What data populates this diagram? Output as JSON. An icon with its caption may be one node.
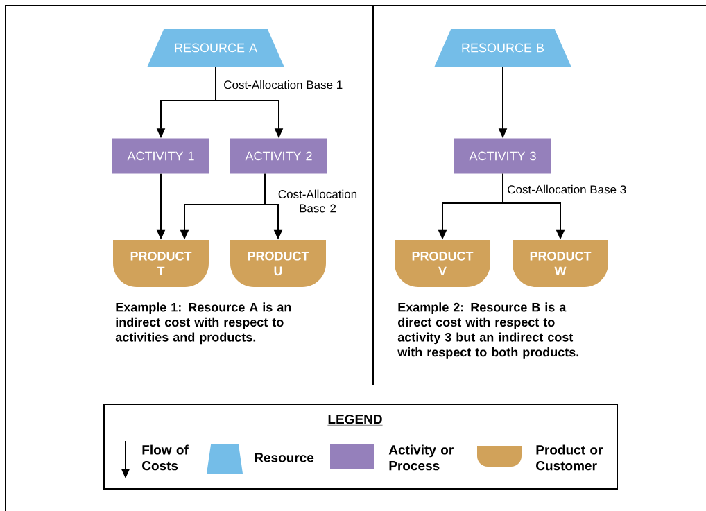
{
  "diagram": {
    "nodes": [
      {
        "text": [
          "RESOURCE A"
        ]
      },
      {
        "text": [
          "ACTIVITY 1"
        ]
      },
      {
        "text": [
          "ACTIVITY 2"
        ]
      },
      {
        "text": [
          "PRODUCT T"
        ]
      },
      {
        "text": [
          "PRODUCT U"
        ]
      },
      {
        "text": [
          "RESOURCE B"
        ]
      },
      {
        "text": [
          "ACTIVITY 3"
        ]
      },
      {
        "text": [
          "PRODUCT V"
        ]
      },
      {
        "text": [
          "PRODUCT W"
        ]
      }
    ],
    "edges": [
      {
        "from": 0,
        "to": 1,
        "arrow": "to",
        "label": "Cost-Allocation Base 1"
      },
      {
        "from": 0,
        "to": 2,
        "arrow": "to"
      },
      {
        "from": 1,
        "to": 3,
        "arrow": "to"
      },
      {
        "from": 2,
        "to": 3,
        "arrow": "to",
        "label": "Cost-Allocation Base 2"
      },
      {
        "from": 2,
        "to": 4,
        "arrow": "to"
      },
      {
        "from": 5,
        "to": 6,
        "arrow": "to"
      },
      {
        "from": 6,
        "to": 7,
        "arrow": "to",
        "label": "Cost-Allocation Base 3"
      },
      {
        "from": 6,
        "to": 8,
        "arrow": "to"
      }
    ],
    "labels": [
      "Example 1: Resource A is an indirect cost with respect to activities and products.",
      "Example 2: Resource B is a direct cost with respect to activity 3 but an indirect cost with respect to both products.",
      "LEGEND"
    ],
    "legend": [
      {
        "text": "Flow of Costs"
      },
      {
        "text": "Resource",
        "color": "#74bde8"
      },
      {
        "text": "Activity or Process",
        "color": "#9580bb"
      },
      {
        "text": "Product or Customer",
        "color": "#d1a25a"
      }
    ]
  }
}
